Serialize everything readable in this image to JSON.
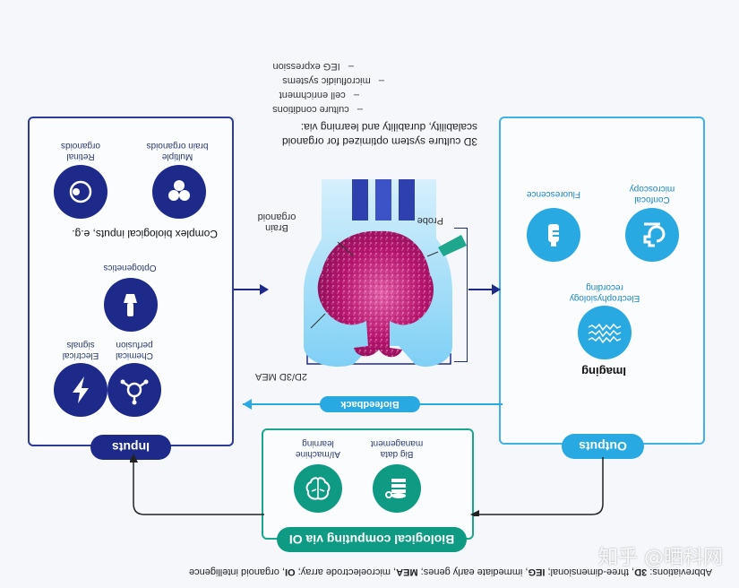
{
  "abbreviations": {
    "prefix": "Abbreviations:",
    "items": [
      {
        "term": "3D",
        "def": "three-dimensional;"
      },
      {
        "term": "IEG",
        "def": "immediate early genes;"
      },
      {
        "term": "MEA",
        "def": "microelectrode array;"
      },
      {
        "term": "OI",
        "def": "organoid intelligence"
      }
    ]
  },
  "culture": {
    "heading_line1": "3D culture system optimized for organoid",
    "heading_line2": "scalability, durability and learning via:",
    "bullets": [
      "culture conditions",
      "cell enrichment",
      "microfluidic systems",
      "IEG expression"
    ]
  },
  "inputs": {
    "pill": "Inputs",
    "complex_label": "Complex biological inputs, e.g.",
    "items": [
      {
        "line1": "Retinal",
        "line2": "organoids",
        "icon": "eye-icon"
      },
      {
        "line1": "Multiple",
        "line2": "brain organoids",
        "icon": "organoids-icon"
      },
      {
        "line1": "Optogenetics",
        "line2": "",
        "icon": "flashlight-icon"
      },
      {
        "line1": "Electrical",
        "line2": "signals",
        "icon": "lightning-icon"
      },
      {
        "line1": "Chemical",
        "line2": "perfusion",
        "icon": "molecule-icon"
      }
    ]
  },
  "center": {
    "brain_organoid_line1": "Brain",
    "brain_organoid_line2": "organoid",
    "probe": "Probe",
    "mea": "2D/3D MEA",
    "biofeedback": "Biofeedback"
  },
  "outputs": {
    "pill": "Outputs",
    "imaging": "Imaging",
    "items": [
      {
        "line1": "Fluorescence",
        "line2": "",
        "icon": "bottle-icon"
      },
      {
        "line1": "Confocal",
        "line2": "microscopy",
        "icon": "microscope-icon"
      },
      {
        "line1": "Electrophysiology",
        "line2": "recording",
        "icon": "waveform-icon"
      }
    ]
  },
  "computing": {
    "pill": "Biological computing via OI",
    "items": [
      {
        "line1": "AI/machine",
        "line2": "learning",
        "icon": "brain-chip-icon"
      },
      {
        "line1": "Big data",
        "line2": "management",
        "icon": "database-icon"
      }
    ]
  },
  "watermark": "知乎 @晒科网",
  "colors": {
    "navy": "#1e2a8a",
    "navy_border": "#2b3b9e",
    "cyan": "#29a9e1",
    "cyan_border": "#3fb3e6",
    "teal": "#0f9a83",
    "teal_border": "#19a78d",
    "organoid": "#c0157a"
  }
}
